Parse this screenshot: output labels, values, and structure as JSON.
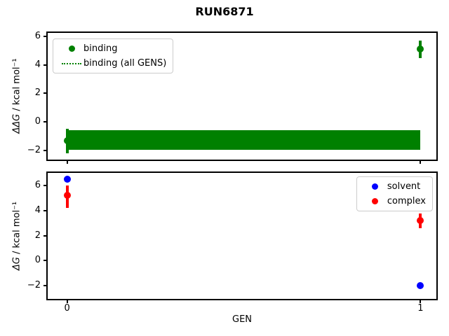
{
  "figure": {
    "title": "RUN6871",
    "background": "#ffffff"
  },
  "colors": {
    "binding": "#008000",
    "solvent": "#0000ff",
    "complex": "#ff0000",
    "axis": "#000000",
    "legend_edge": "#cccccc"
  },
  "axes_top": {
    "ylabel_math": "ΔΔG",
    "ylabel_rest": " / kcal mol⁻¹"
  },
  "axes_bottom": {
    "ylabel_math": "ΔG",
    "ylabel_rest": " / kcal mol⁻¹",
    "xlabel": "GEN"
  },
  "chart_data": [
    {
      "type": "scatter",
      "subplot": "top",
      "ylabel": "ΔΔG / kcal mol⁻¹",
      "xlabel": "",
      "xlim": [
        -0.055,
        1.045
      ],
      "ylim": [
        -2.65,
        6.25
      ],
      "yticks": [
        6,
        4,
        2,
        0,
        -2
      ],
      "xticks": [
        0,
        1
      ],
      "xticklabels": [
        "",
        ""
      ],
      "grid": false,
      "legend": {
        "position": "upper-left",
        "entries": [
          {
            "label": "binding",
            "marker": "circle",
            "color": "#008000"
          },
          {
            "label": "binding (all GENS)",
            "marker": "dotted-line",
            "color": "#008000"
          }
        ]
      },
      "band": {
        "name": "binding (all GENS)",
        "x_range": [
          0,
          1
        ],
        "y_low": -1.95,
        "y_high": -0.6,
        "center": -1.28,
        "color": "#008000"
      },
      "series": [
        {
          "name": "binding",
          "color": "#008000",
          "marker": "circle",
          "x": [
            0,
            1
          ],
          "y": [
            -1.3,
            5.1
          ],
          "yerr_low": [
            -2.2,
            4.5
          ],
          "yerr_high": [
            -0.5,
            5.7
          ]
        }
      ]
    },
    {
      "type": "scatter",
      "subplot": "bottom",
      "ylabel": "ΔG / kcal mol⁻¹",
      "xlabel": "GEN",
      "xlim": [
        -0.055,
        1.045
      ],
      "ylim": [
        -3.05,
        7.0
      ],
      "yticks": [
        6,
        4,
        2,
        0,
        -2
      ],
      "xticks": [
        0,
        1
      ],
      "xticklabels": [
        "0",
        "1"
      ],
      "grid": false,
      "legend": {
        "position": "upper-right",
        "entries": [
          {
            "label": "solvent",
            "marker": "circle",
            "color": "#0000ff"
          },
          {
            "label": "complex",
            "marker": "circle",
            "color": "#ff0000"
          }
        ]
      },
      "band": null,
      "series": [
        {
          "name": "solvent",
          "color": "#0000ff",
          "marker": "circle",
          "x": [
            0,
            1
          ],
          "y": [
            6.5,
            -2.0
          ],
          "yerr_low": [
            6.4,
            -2.1
          ],
          "yerr_high": [
            6.6,
            -1.9
          ]
        },
        {
          "name": "complex",
          "color": "#ff0000",
          "marker": "circle",
          "x": [
            0,
            1
          ],
          "y": [
            5.2,
            3.2
          ],
          "yerr_low": [
            4.2,
            2.6
          ],
          "yerr_high": [
            6.0,
            3.75
          ]
        }
      ]
    }
  ]
}
